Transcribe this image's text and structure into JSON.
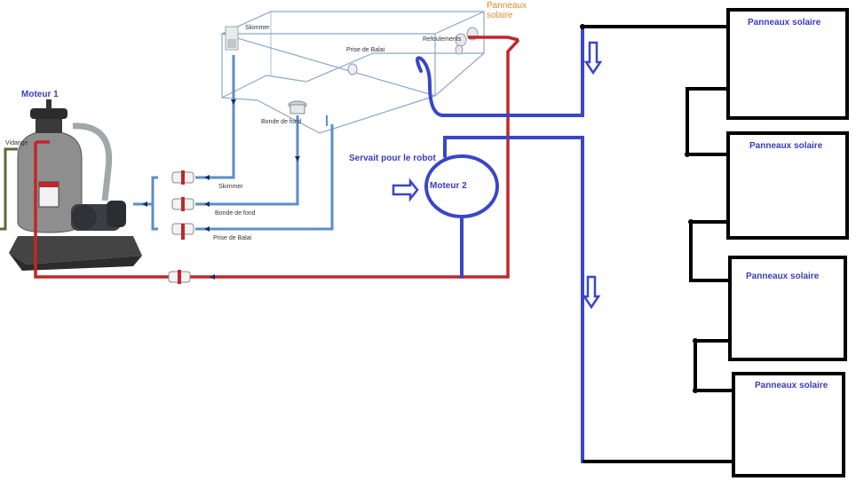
{
  "labels": {
    "moteur1": "Moteur 1",
    "vidange": "Vidange",
    "skimmer_top": "Skimmer",
    "prise_balai_top": "Prise de Balai",
    "refoulements": "Refoulements",
    "panneaux_solaire_orange": "Panneaux solaire",
    "bonde_fond_top": "Bonde de fond",
    "servait_robot": "Servait pour le robot",
    "moteur2": "Moteur 2",
    "skimmer_valve": "Skimmer",
    "bonde_fond_valve": "Bonde de fond",
    "prise_balai_valve": "Prise de Balai"
  },
  "panels": [
    {
      "label": "Panneaux solaire"
    },
    {
      "label": "Panneaux solaire"
    },
    {
      "label": "Panneaux solaire"
    },
    {
      "label": "Panneaux solaire"
    }
  ],
  "colors": {
    "pipe_blue": "#3a46c8",
    "pipe_light_blue": "#5b8fc4",
    "pipe_red": "#c0262b",
    "panel_black": "#000000",
    "pool_outline": "#8aa8c8",
    "label_blue": "#3b3bbf",
    "label_orange": "#e08a2c"
  }
}
